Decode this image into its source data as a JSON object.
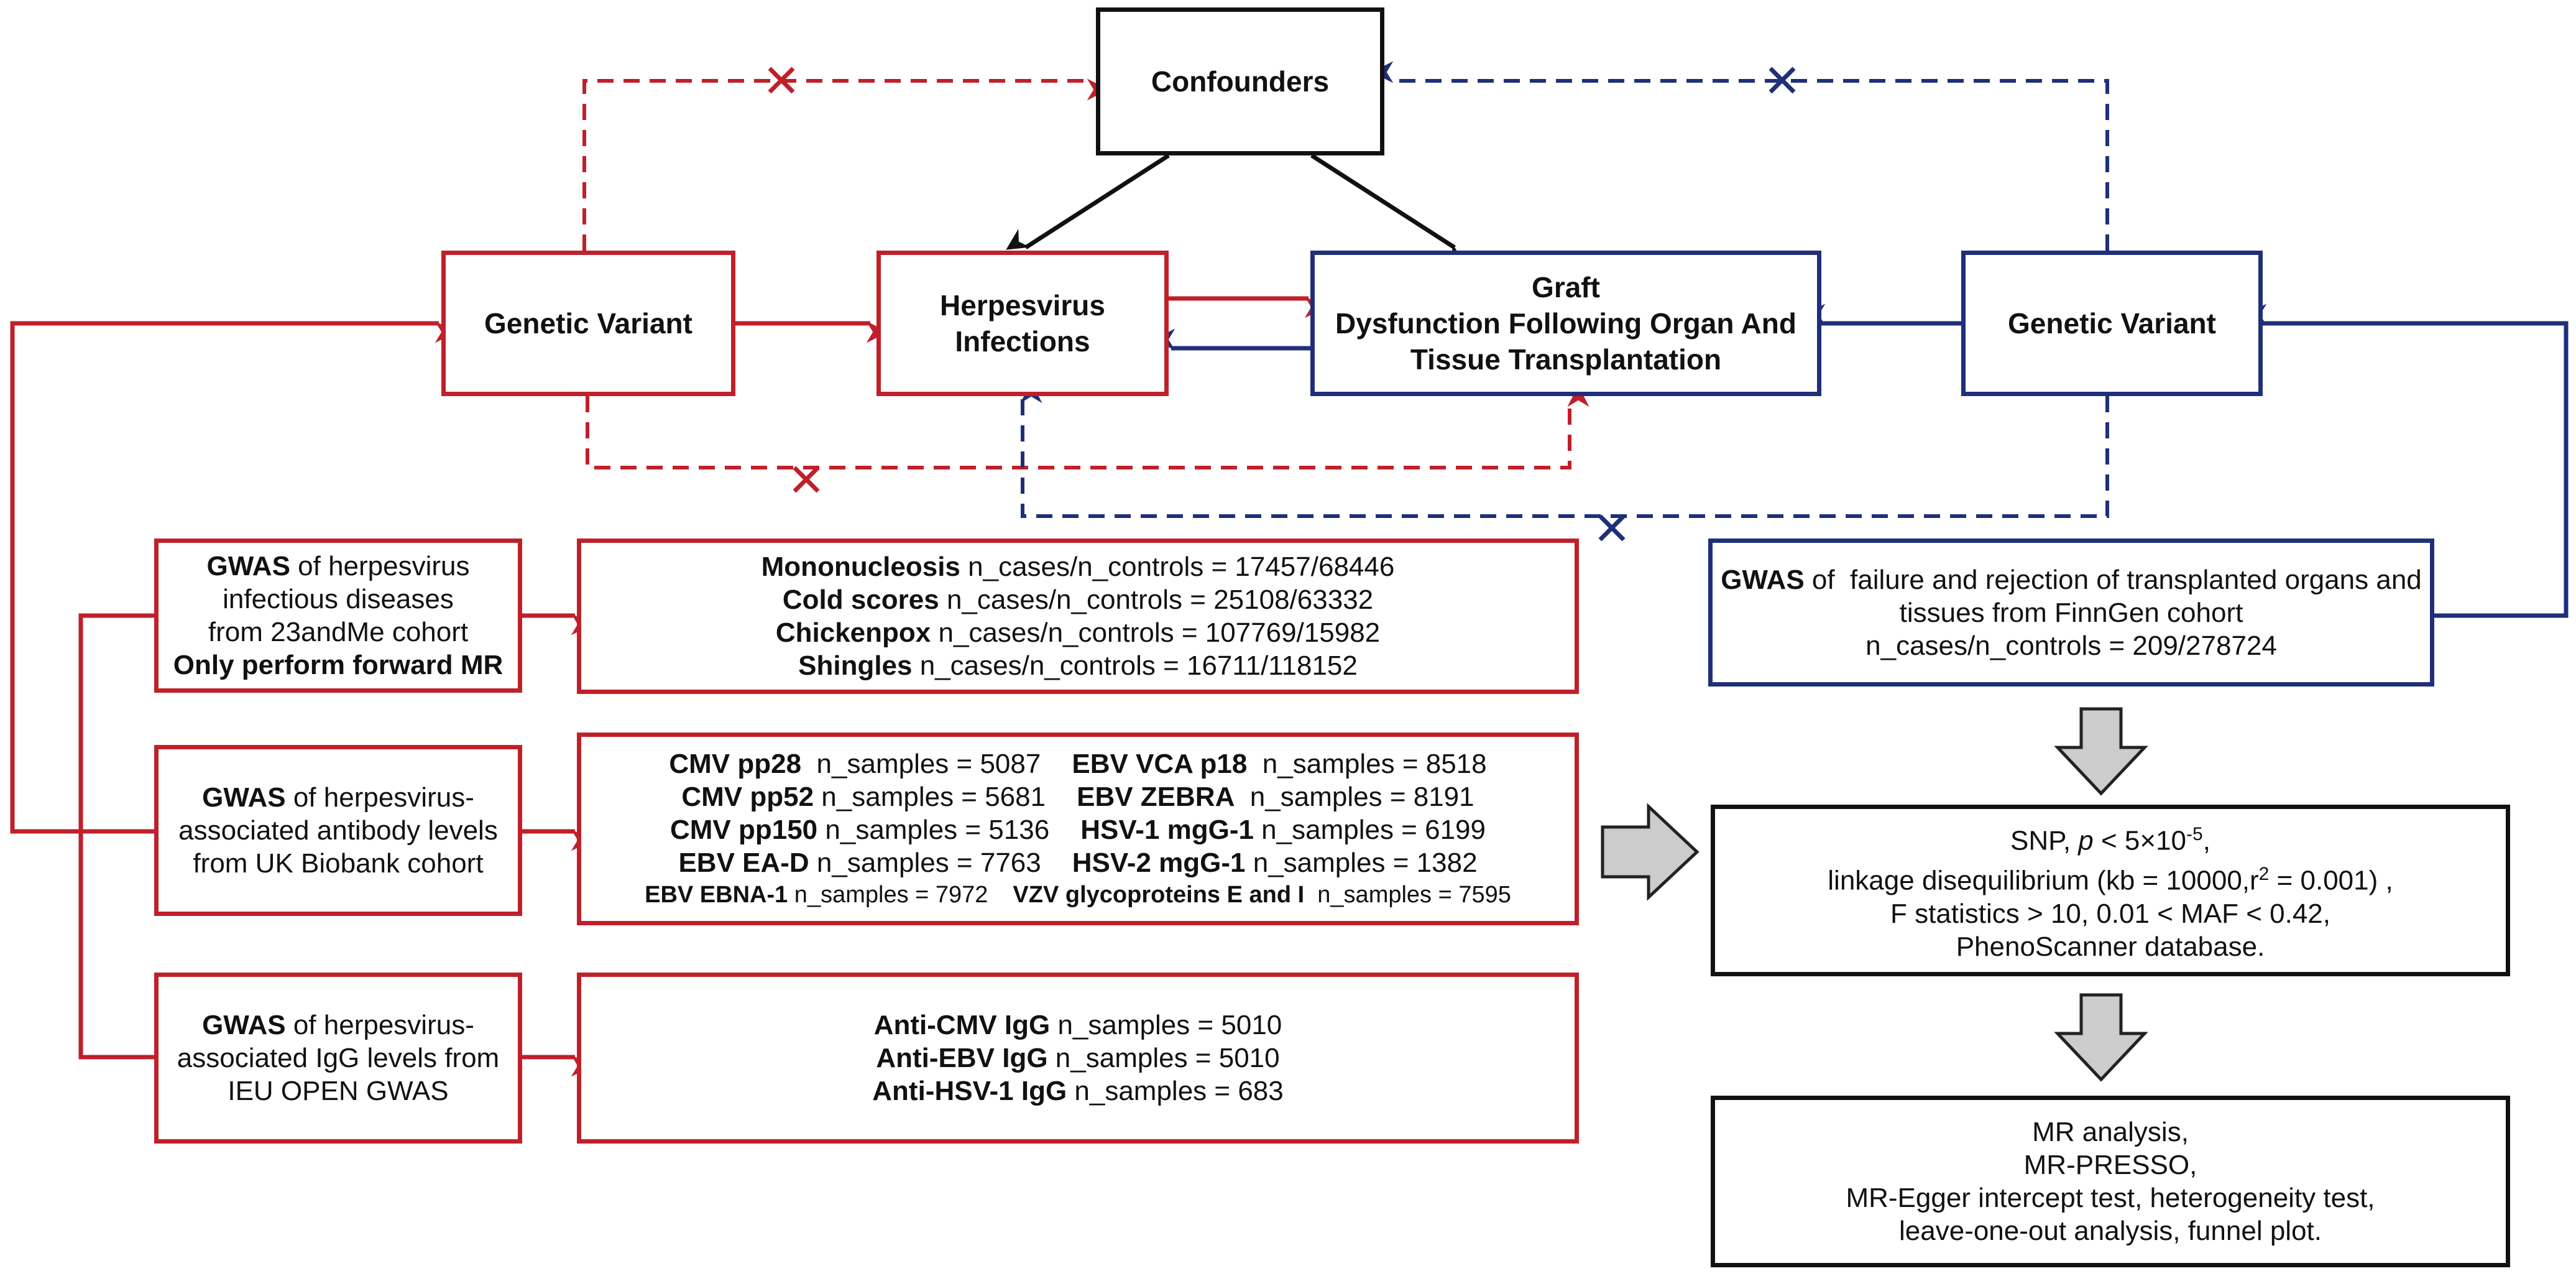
{
  "nodes": {
    "confounders": "Confounders",
    "variant_left": "Genetic Variant",
    "herpes_1": "Herpesvirus",
    "herpes_2": "Infections",
    "graft_1": "Graft",
    "graft_2": "Dysfunction Following Organ And",
    "graft_3": "Tissue Transplantation",
    "variant_right": "Genetic Variant"
  },
  "gwas1": {
    "bold": "GWAS",
    "l1": " of herpesvirus",
    "l2": "infectious diseases",
    "l3": "from 23andMe cohort",
    "l4": "Only perform forward MR"
  },
  "gwas2": {
    "bold": "GWAS",
    "l1": " of herpesvirus-",
    "l2": "associated antibody levels",
    "l3": "from UK Biobank cohort"
  },
  "gwas3": {
    "bold": "GWAS",
    "l1": " of herpesvirus-",
    "l2": "associated IgG levels from",
    "l3": "IEU OPEN GWAS"
  },
  "diseases": [
    {
      "name": "Mononucleosis",
      "stat": " n_cases/n_controls = 17457/68446"
    },
    {
      "name": "Cold scores",
      "stat": " n_cases/n_controls = 25108/63332"
    },
    {
      "name": "Chickenpox",
      "stat": " n_cases/n_controls = 107769/15982"
    },
    {
      "name": "Shingles",
      "stat": " n_cases/n_controls = 16711/118152"
    }
  ],
  "antibodies": [
    [
      {
        "name": "CMV pp28",
        "stat": "  n_samples = 5087"
      },
      {
        "name": "EBV VCA p18",
        "stat": "  n_samples = 8518"
      }
    ],
    [
      {
        "name": "CMV pp52",
        "stat": " n_samples = 5681"
      },
      {
        "name": "EBV ZEBRA",
        "stat": "  n_samples = 8191"
      }
    ],
    [
      {
        "name": "CMV pp150",
        "stat": " n_samples = 5136"
      },
      {
        "name": "HSV-1 mgG-1",
        "stat": " n_samples = 6199"
      }
    ],
    [
      {
        "name": "EBV EA-D",
        "stat": " n_samples = 7763"
      },
      {
        "name": "HSV-2 mgG-1",
        "stat": " n_samples = 1382"
      }
    ],
    [
      {
        "name": "EBV EBNA-1",
        "stat": " n_samples = 7972"
      },
      {
        "name": "VZV glycoproteins E and I",
        "stat": "  n_samples = 7595"
      }
    ]
  ],
  "igg": [
    {
      "name": "Anti-CMV IgG",
      "stat": " n_samples = 5010"
    },
    {
      "name": "Anti-EBV IgG",
      "stat": " n_samples = 5010"
    },
    {
      "name": "Anti-HSV-1 IgG",
      "stat": " n_samples = 683"
    }
  ],
  "finngen": {
    "bold": "GWAS",
    "l1": " of  failure and rejection of transplanted organs and",
    "l2": "tissues from FinnGen cohort",
    "l3": "n_cases/n_controls = 209/278724"
  },
  "snp": {
    "l1a": "SNP, ",
    "l1p": "p",
    "l1b": " < 5×10",
    "l1sup": "-5",
    "l1c": ",",
    "l2a": "linkage disequilibrium (kb = 10000,r",
    "l2sup": "2",
    "l2b": " = 0.001) ,",
    "l3": "F statistics > 10, 0.01 < MAF < 0.42,",
    "l4": "PhenoScanner database."
  },
  "mr": {
    "l1": "MR analysis,",
    "l2": "MR-PRESSO,",
    "l3": "MR-Egger intercept test, heterogeneity test,",
    "l4": "leave-one-out analysis, funnel plot."
  },
  "colors": {
    "red": "#c0202a",
    "blue": "#1f2f7a",
    "black": "#111111",
    "gray": "#cccccc"
  }
}
